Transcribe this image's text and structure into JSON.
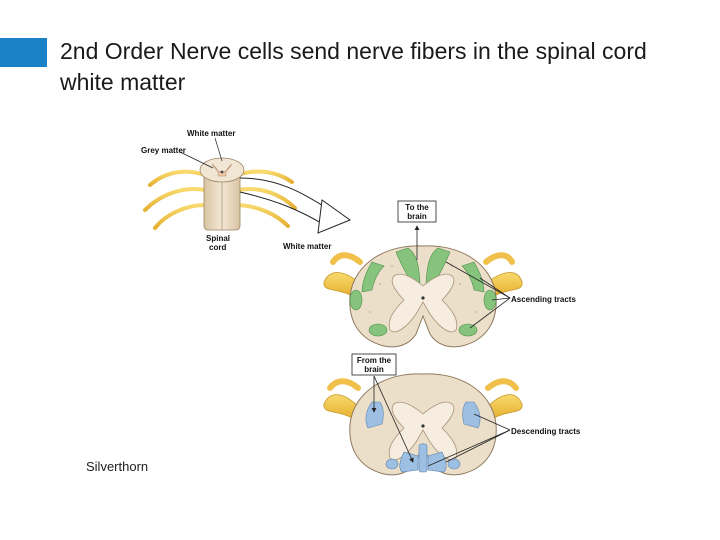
{
  "slide": {
    "title": "2nd Order Nerve cells send nerve fibers in the spinal cord white matter",
    "credit": "Silverthorn",
    "accent_color": "#1c82c8"
  },
  "figure": {
    "small_cord_labels": {
      "white_matter": "White matter",
      "grey_matter": "Grey matter",
      "spinal_cord_line1": "Spinal",
      "spinal_cord_line2": "cord"
    },
    "white_matter_label": "White matter",
    "ascending": {
      "box_line1": "To the",
      "box_line2": "brain",
      "tracts_label": "Ascending tracts",
      "tract_color": "#86c47e"
    },
    "descending": {
      "box_line1": "From the",
      "box_line2": "brain",
      "tracts_label": "Descending tracts",
      "tract_color": "#9dbfe2"
    },
    "colors": {
      "nerve": "#f2c64a",
      "white_matter": "#ede0cc",
      "grey_matter": "#f0c8a8"
    }
  }
}
